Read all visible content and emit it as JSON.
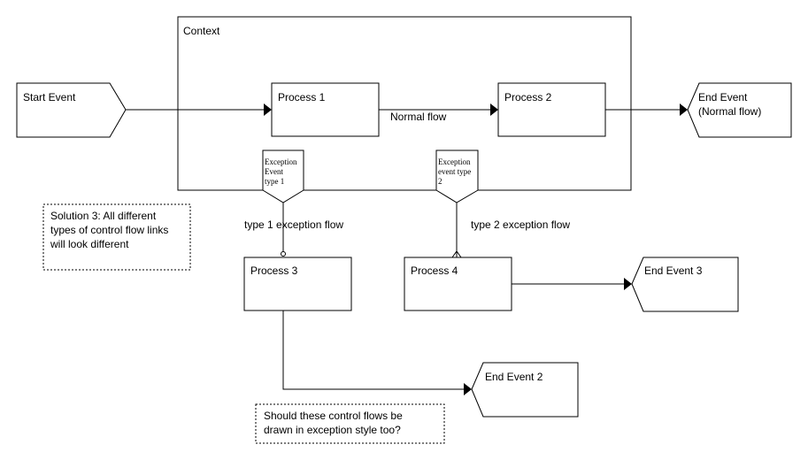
{
  "context_label": "Context",
  "start_event": "Start Event",
  "process_1": "Process 1",
  "process_2": "Process 2",
  "normal_flow": "Normal flow",
  "end_event": {
    "line1": "End Event",
    "line2": "(Normal flow)"
  },
  "exception_event_1": {
    "line1": "Exception",
    "line2": "Event",
    "line3": "type 1"
  },
  "exception_event_2": {
    "line1": "Exception",
    "line2": "event type",
    "line3": "2"
  },
  "type1_flow": "type 1  exception flow",
  "type2_flow": "type 2  exception flow",
  "process_3": "Process 3",
  "process_4": "Process 4",
  "end_event_3": "End Event 3",
  "end_event_2": "End Event 2",
  "note_solution": {
    "line1": "Solution 3:  All different",
    "line2": "types of control flow links",
    "line3": "will look different"
  },
  "note_question": {
    "line1": "Should these control flows be",
    "line2": "drawn in exception style too?"
  }
}
